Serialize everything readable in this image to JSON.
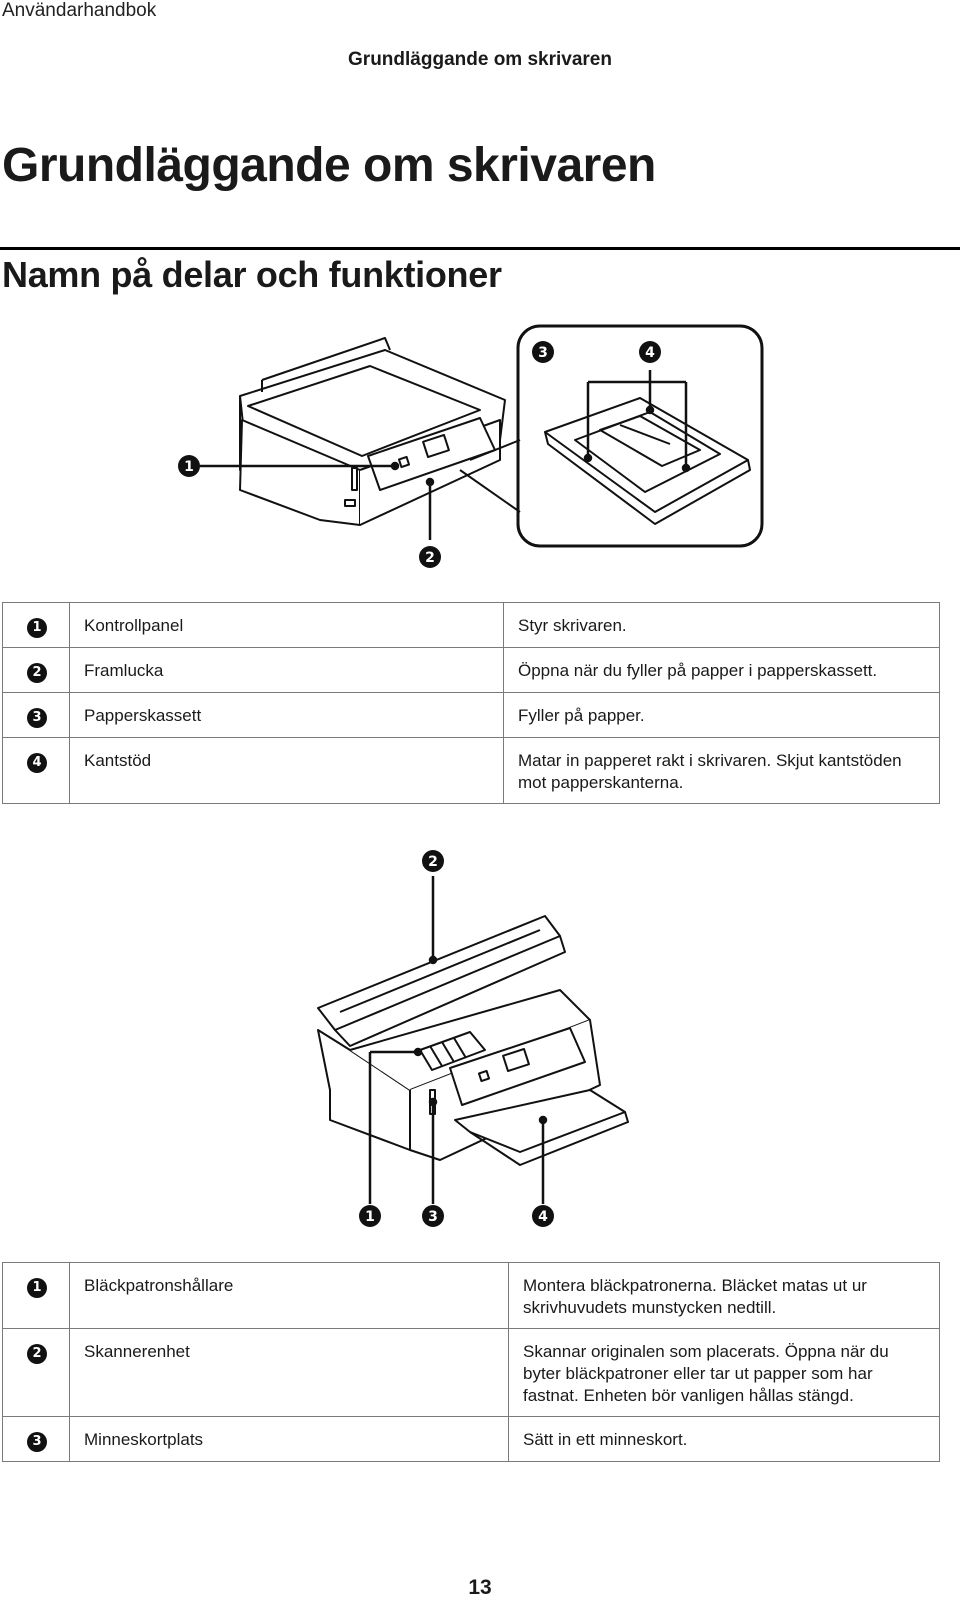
{
  "header": {
    "running_head": "Användarhandbok",
    "section": "Grundläggande om skrivaren"
  },
  "chapter_title": "Grundläggande om skrivaren",
  "subsection_title": "Namn på delar och funktioner",
  "figure1": {
    "callouts": [
      "1",
      "2",
      "3",
      "4"
    ]
  },
  "table1": [
    {
      "num": "1",
      "name": "Kontrollpanel",
      "desc": "Styr skrivaren."
    },
    {
      "num": "2",
      "name": "Framlucka",
      "desc": "Öppna när du fyller på papper i papperskassett."
    },
    {
      "num": "3",
      "name": "Papperskassett",
      "desc": "Fyller på papper."
    },
    {
      "num": "4",
      "name": "Kantstöd",
      "desc": "Matar in papperet rakt i skrivaren. Skjut kantstöden mot papperskanterna."
    }
  ],
  "figure2": {
    "callouts": [
      "2",
      "1",
      "3",
      "4"
    ]
  },
  "table2": [
    {
      "num": "1",
      "name": "Bläckpatronshållare",
      "desc": "Montera bläckpatronerna. Bläcket matas ut ur skrivhuvudets munstycken nedtill."
    },
    {
      "num": "2",
      "name": "Skannerenhet",
      "desc": "Skannar originalen som placerats. Öppna när du byter bläckpatroner eller tar ut papper som har fastnat. Enheten bör vanligen hållas stängd."
    },
    {
      "num": "3",
      "name": "Minneskortplats",
      "desc": "Sätt in ett minneskort."
    }
  ],
  "page_number": "13"
}
